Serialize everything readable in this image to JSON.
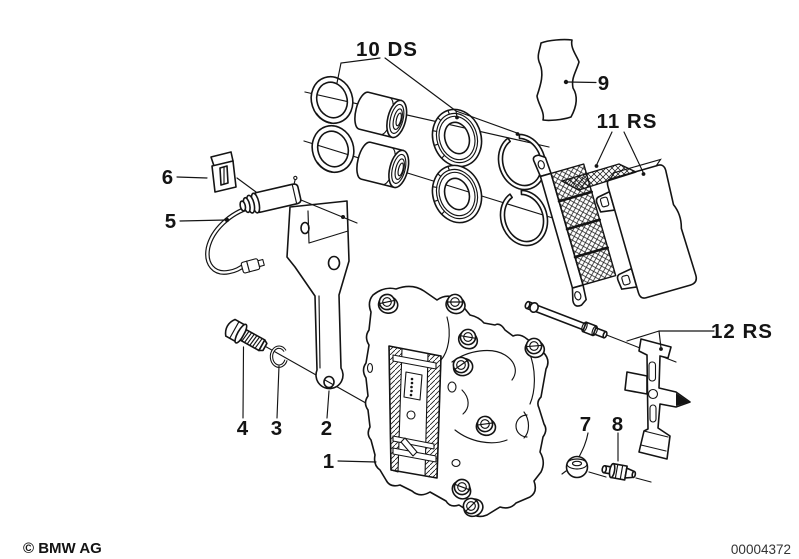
{
  "page": {
    "background": "#ffffff",
    "ink": "#141414"
  },
  "footer": {
    "copyright": "© BMW AG",
    "document_number": "00004372"
  },
  "callouts": {
    "c1": "1",
    "c2": "2",
    "c3": "3",
    "c4": "4",
    "c5": "5",
    "c6": "6",
    "c7": "7",
    "c8": "8",
    "c9": "9",
    "c10": "10 DS",
    "c11": "11 RS",
    "c12": "12 RS"
  }
}
